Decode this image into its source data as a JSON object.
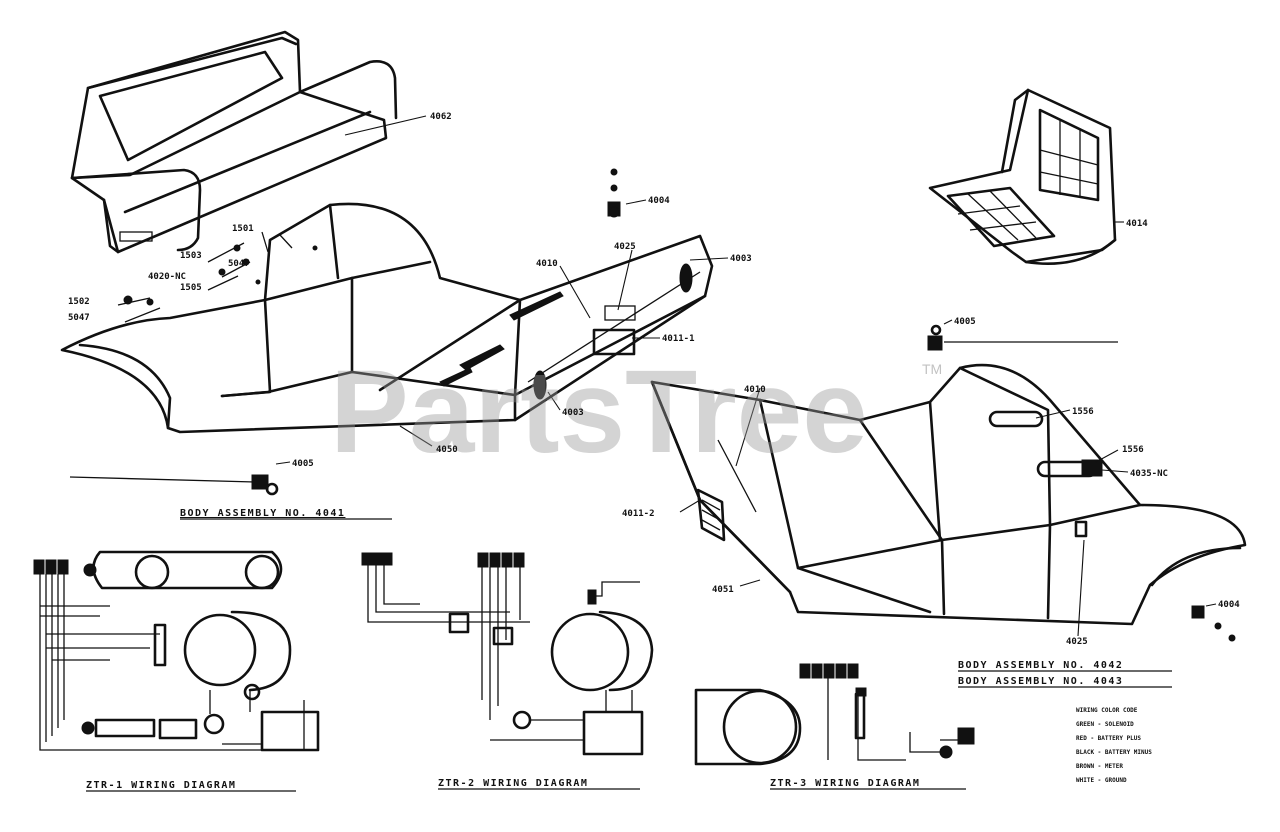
{
  "watermark": {
    "text": "PartsTree",
    "trademark": "TM"
  },
  "part_labels": {
    "seat_bench": "4062",
    "seat_bucket": "4014",
    "knob_top": "4004",
    "knob_right": "4004",
    "light_front_top": "4003",
    "light_front_bottom": "4003",
    "inset_1": "4010",
    "inset_2": "4010",
    "badge_1": "4011-1",
    "badge_2": "4011-2",
    "pin_1": "4025",
    "pin_2": "4025",
    "body_1": "4050",
    "body_2": "4051",
    "cable_1": "4005",
    "cable_2": "4005",
    "hw_1501": "1501",
    "hw_1503": "1503",
    "hw_5047a": "5047",
    "hw_4020": "4020-NC",
    "hw_1505": "1505",
    "hw_1502": "1502",
    "hw_5047b": "5047",
    "slot_1": "1556",
    "slot_2": "1556",
    "slot_nc": "4035-NC"
  },
  "captions": {
    "body_assembly_1": "BODY ASSEMBLY NO. 4041",
    "body_assembly_2": "BODY ASSEMBLY NO. 4042",
    "body_assembly_3": "BODY ASSEMBLY NO. 4043",
    "wiring_1": "ZTR-1 WIRING DIAGRAM",
    "wiring_2": "ZTR-2 WIRING DIAGRAM",
    "wiring_3": "ZTR-3 WIRING DIAGRAM"
  },
  "wiring_color_code": {
    "title": "WIRING COLOR CODE",
    "rows": [
      "GREEN - SOLENOID",
      "RED - BATTERY PLUS",
      "BLACK - BATTERY MINUS",
      "BROWN - METER",
      "WHITE - GROUND"
    ]
  },
  "colors": {
    "ink": "#111111",
    "watermark": "#9a9a9a",
    "paper": "#ffffff"
  }
}
